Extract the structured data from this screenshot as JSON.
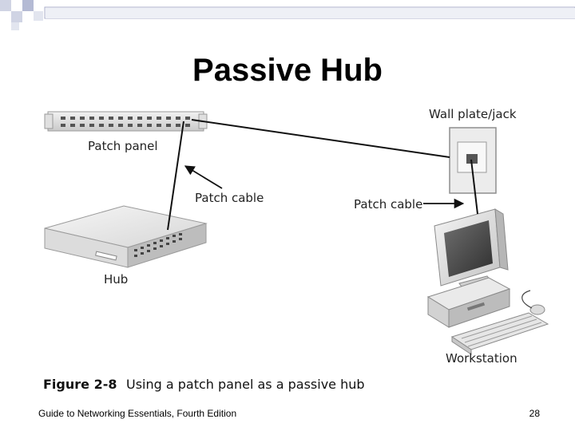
{
  "title": "Passive Hub",
  "labels": {
    "patch_panel": "Patch panel",
    "patch_cable_left": "Patch cable",
    "hub": "Hub",
    "wall_plate": "Wall plate/jack",
    "patch_cable_right": "Patch cable",
    "workstation": "Workstation"
  },
  "caption": {
    "figure": "Figure 2-8",
    "text": "Using a patch panel as a passive hub"
  },
  "footer": {
    "source": "Guide to Networking Essentials, Fourth Edition",
    "page": "28"
  }
}
